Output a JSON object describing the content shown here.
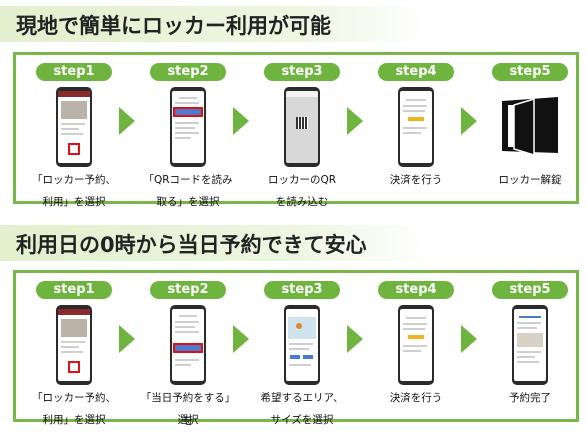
{
  "sections": [
    {
      "title": "現地で簡単にロッカー利用が可能",
      "steps": [
        {
          "label": "step1",
          "caption": [
            "「ロッカー予約、",
            "利用」を選択"
          ]
        },
        {
          "label": "step2",
          "caption": [
            "「QRコードを読み",
            "取る」を選択"
          ]
        },
        {
          "label": "step3",
          "caption": [
            "ロッカーのQR",
            "を読み込む"
          ]
        },
        {
          "label": "step4",
          "caption": [
            "決済を行う"
          ]
        },
        {
          "label": "step5",
          "caption": [
            "ロッカー解錠"
          ]
        }
      ]
    },
    {
      "title": "利用日の0時から当日予約できて安心",
      "steps": [
        {
          "label": "step1",
          "caption": [
            "「ロッカー予約、",
            "利用」を選択"
          ]
        },
        {
          "label": "step2",
          "caption": [
            "「当日予約をする」を",
            "選択"
          ]
        },
        {
          "label": "step3",
          "caption": [
            "希望するエリア、",
            "サイズを選択"
          ]
        },
        {
          "label": "step4",
          "caption": [
            "決済を行う"
          ]
        },
        {
          "label": "step5",
          "caption": [
            "予約完了"
          ]
        }
      ]
    }
  ],
  "colors": {
    "accent": "#6fb43f",
    "border": "#7ab648",
    "highlight": "#e21010"
  },
  "icons": [
    "phone-icon",
    "arrow-right-icon",
    "locker-open-icon"
  ]
}
